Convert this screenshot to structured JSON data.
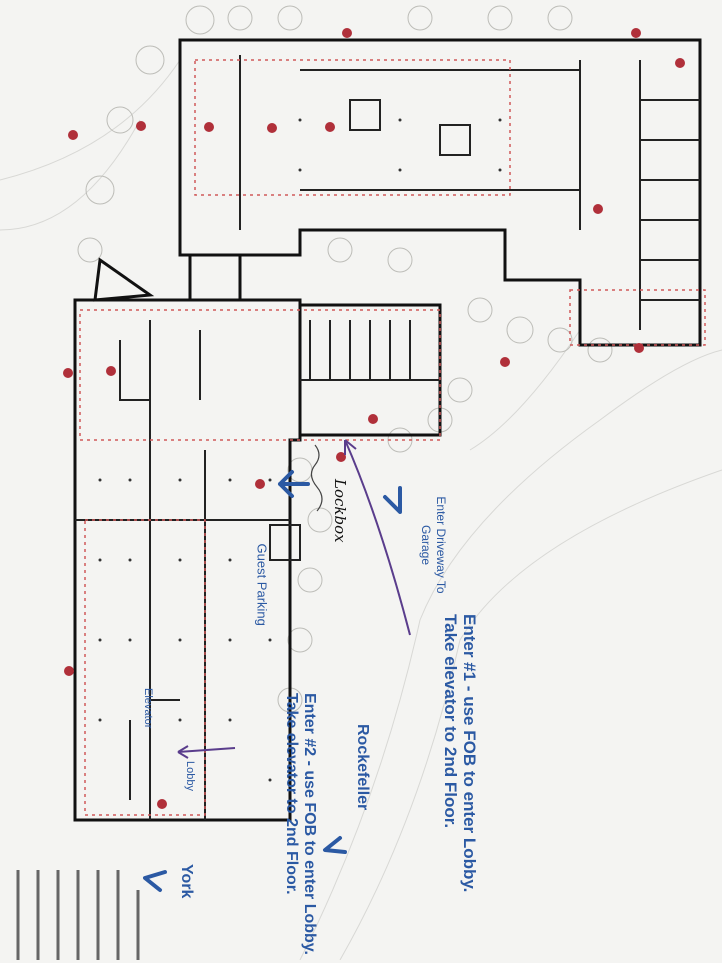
{
  "colors": {
    "annotation_blue": "#2b59a3",
    "handdrawn_purple": "#5a3d8c",
    "marker_red": "#b0303a",
    "wall_black": "#111111",
    "dashed_red": "#d05a5a"
  },
  "labels": {
    "enter_1": "Enter #1 - use FOB to enter Lobby. Take elevator to 2nd Floor.",
    "enter_2": "Enter #2 - use FOB to enter Lobby. Take elevator to 2nd Floor.",
    "driveway": "Enter Driveway To Garage",
    "guest_parking": "Guest Parking",
    "elevator": "Elevator",
    "lobby": "Lobby",
    "rockefeller": "Rockefeller",
    "york": "York",
    "lockbox": "Lockbox"
  },
  "icons": [
    "arrow-icon",
    "location-dot-icon"
  ]
}
